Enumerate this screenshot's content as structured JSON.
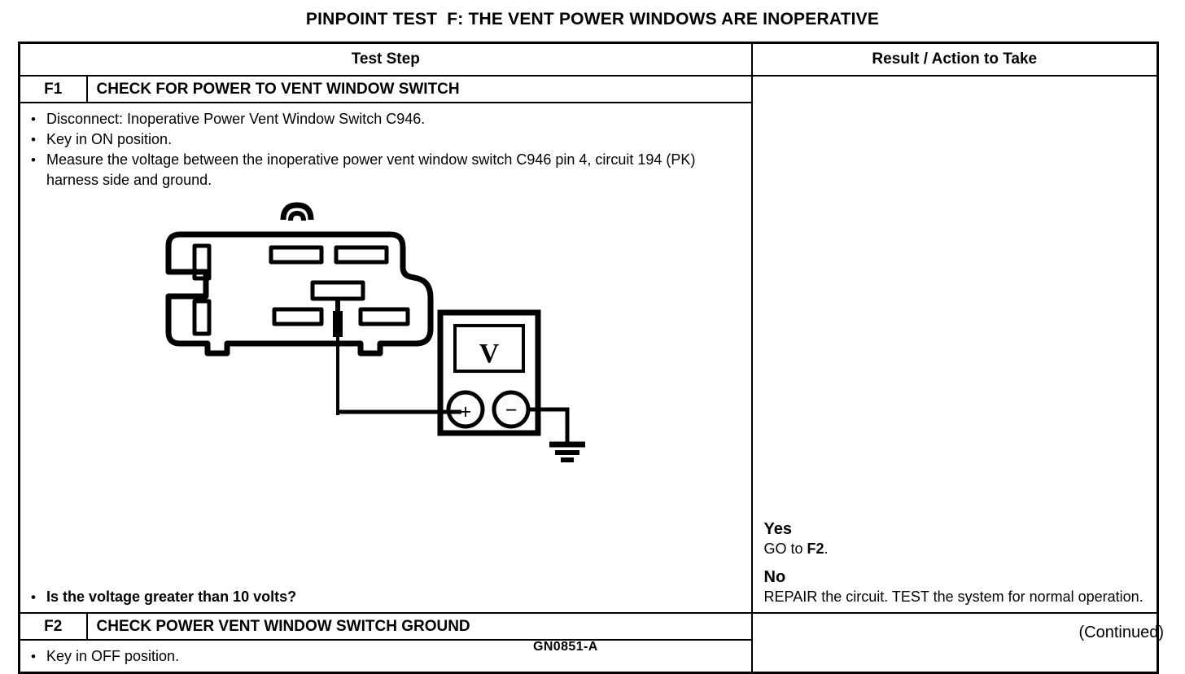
{
  "document": {
    "title": "PINPOINT TEST  F: THE VENT POWER WINDOWS ARE INOPERATIVE",
    "footer_note": "(Continued)"
  },
  "table": {
    "headers": {
      "test_step": "Test Step",
      "result_action": "Result / Action to Take"
    },
    "steps": [
      {
        "id": "F1",
        "title": "CHECK FOR POWER TO VENT WINDOW SWITCH",
        "bullets": [
          "Disconnect: Inoperative Power Vent Window Switch C946.",
          "Key in ON position.",
          "Measure the voltage between the inoperative power vent window switch C946 pin 4, circuit 194 (PK) harness side and ground."
        ],
        "question": "Is the voltage greater than 10 volts?",
        "results": [
          {
            "head": "Yes",
            "body_pre": "GO to ",
            "body_bold": "F2",
            "body_post": "."
          },
          {
            "head": "No",
            "body_pre": "REPAIR the circuit. TEST the system for normal operation.",
            "body_bold": "",
            "body_post": ""
          }
        ]
      },
      {
        "id": "F2",
        "title": "CHECK POWER VENT WINDOW SWITCH GROUND",
        "bullets": [
          "Key in OFF position."
        ]
      }
    ]
  },
  "figure": {
    "id": "GN0851-A",
    "meter_display": "V",
    "terminal_positive": "+",
    "terminal_negative": "−",
    "description": "Power vent window switch connector C946 with voltmeter probe on pin 4 and ground reference",
    "stroke_color": "#000000",
    "background_color": "#ffffff"
  }
}
